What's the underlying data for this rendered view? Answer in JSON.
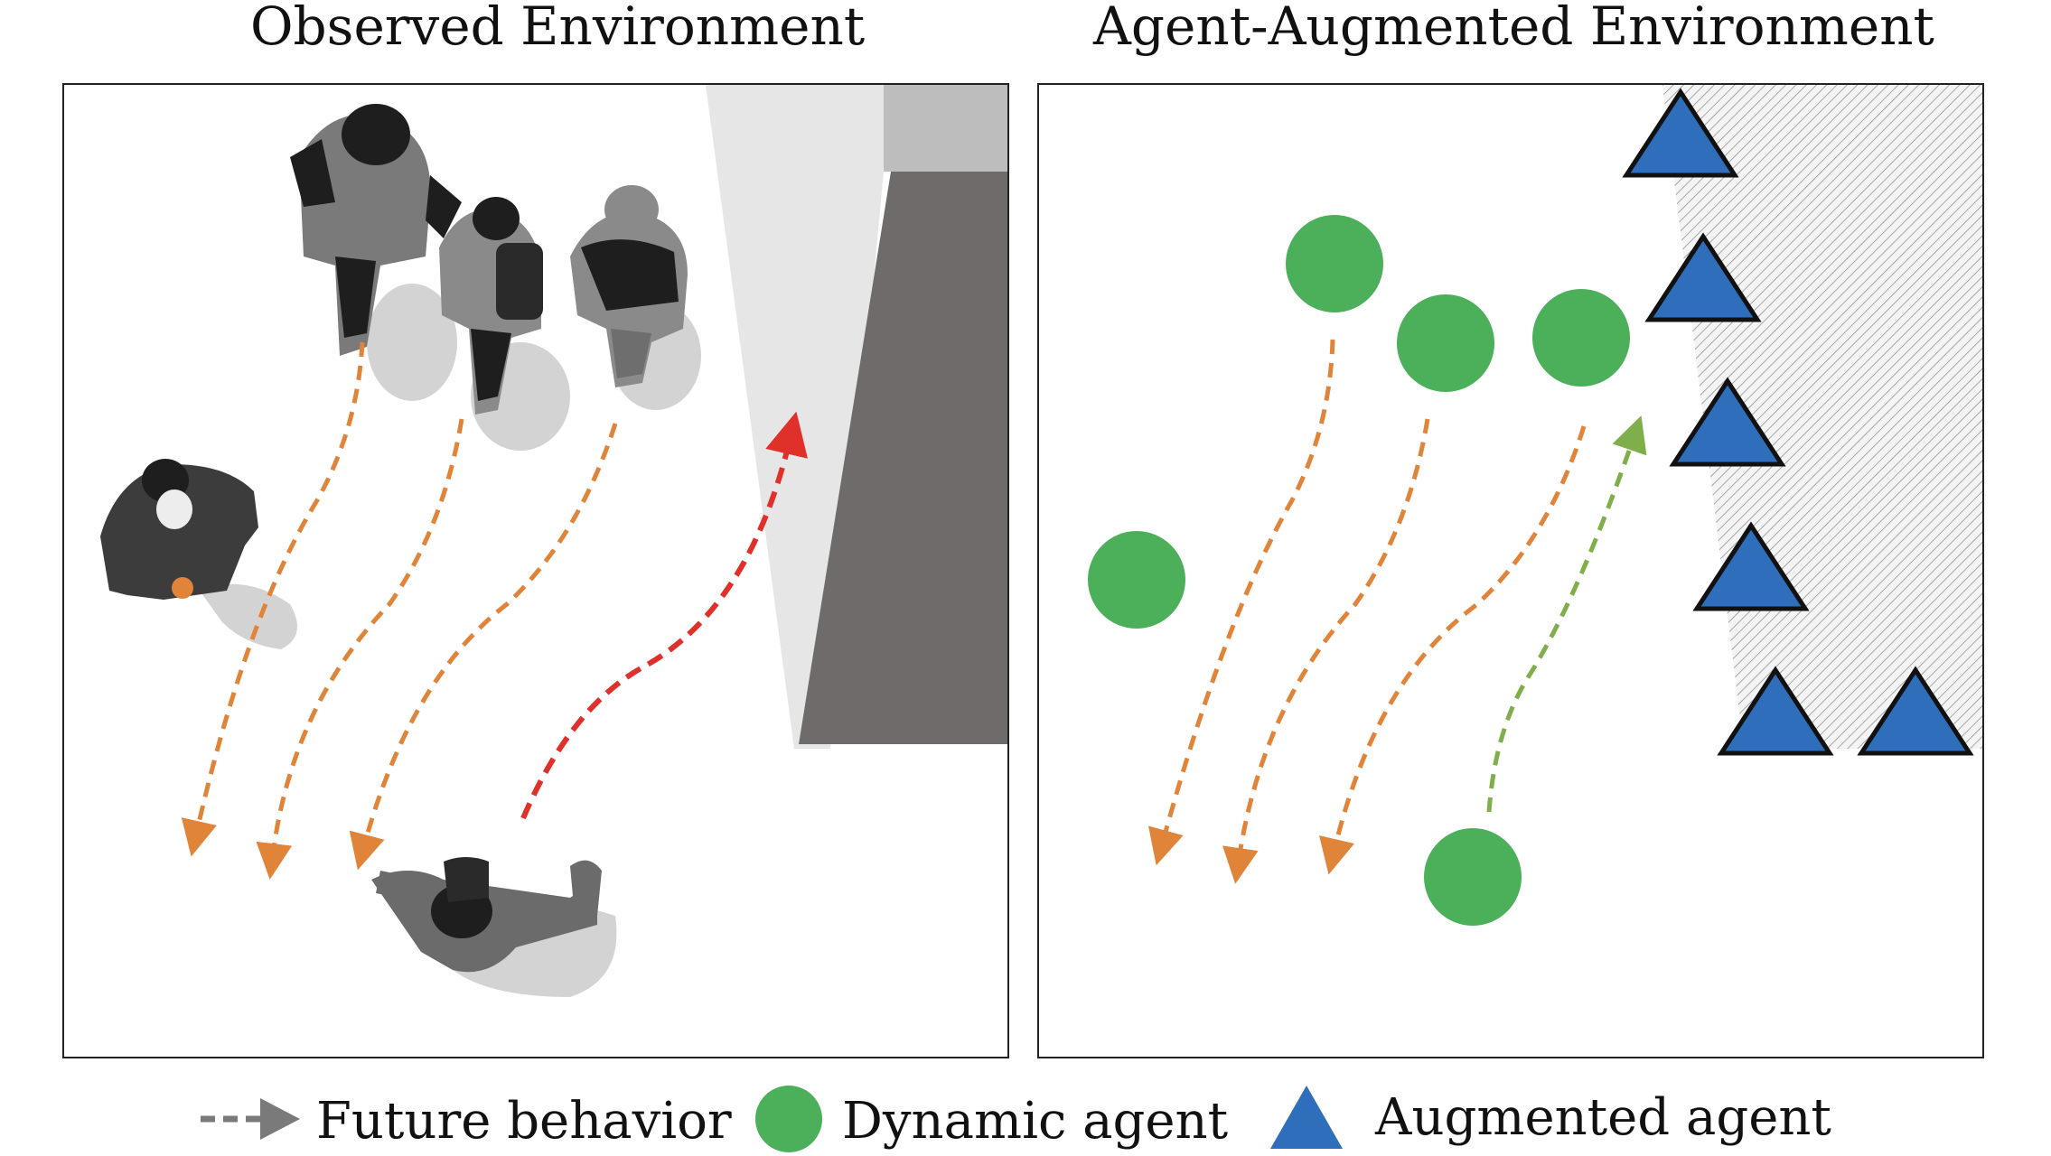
{
  "titles": {
    "left": "Observed Environment",
    "right": "Agent-Augmented Environment"
  },
  "legend": {
    "future_behavior": "Future behavior",
    "dynamic_agent": "Dynamic agent",
    "augmented_agent": "Augmented agent"
  },
  "colors": {
    "orange_path": "#E0843A",
    "red_path": "#E0302A",
    "green_path": "#7FAF4A",
    "dynamic_agent": "#4CAF5A",
    "augmented_agent": "#2F6EBA",
    "legend_arrow": "#7A7A7A",
    "wall_dark": "#6F6B6B",
    "wall_light": "#E6E6E6",
    "wall_mid": "#BDBDBD"
  }
}
